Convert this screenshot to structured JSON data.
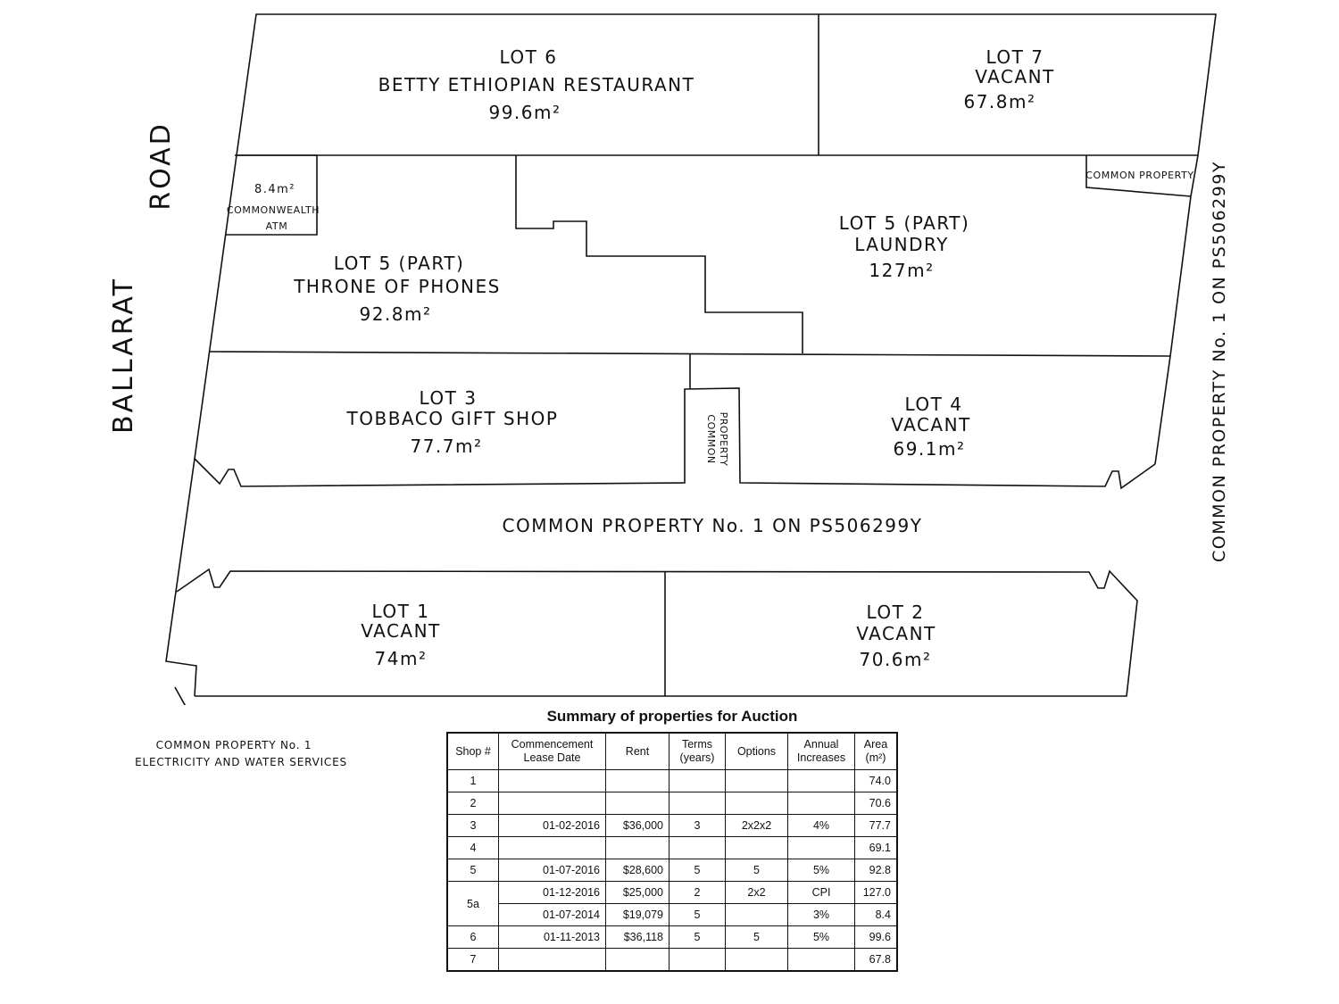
{
  "plan": {
    "road_label_1": "ROAD",
    "road_label_2": "BALLARAT",
    "right_side_label": "COMMON PROPERTY No. 1 ON PS506299Y",
    "corridor_label": "COMMON PROPERTY No. 1 ON PS506299Y",
    "bottom_note_line1": "COMMON PROPERTY No. 1",
    "bottom_note_line2": "ELECTRICITY AND WATER SERVICES",
    "lots": {
      "lot6": {
        "line1": "LOT 6",
        "line2": "BETTY ETHIOPIAN RESTAURANT",
        "area": "99.6m²"
      },
      "lot7": {
        "line1": "LOT 7",
        "line2": "VACANT",
        "area": "67.8m²"
      },
      "atm": {
        "area": "8.4m²",
        "line1": "COMMONWEALTH",
        "line2": "ATM"
      },
      "lot5a": {
        "line1": "LOT 5 (PART)",
        "line2": "THRONE OF PHONES",
        "area": "92.8m²"
      },
      "lot5b": {
        "line1": "LOT 5 (PART)",
        "line2": "LAUNDRY",
        "area": "127m²"
      },
      "common_corner": "COMMON PROPERTY",
      "lot3": {
        "line1": "LOT 3",
        "line2": "TOBBACO GIFT SHOP",
        "area": "77.7m²"
      },
      "lot4": {
        "line1": "LOT 4",
        "line2": "VACANT",
        "area": "69.1m²"
      },
      "common_small": {
        "line1": "COMMON",
        "line2": "PROPERTY"
      },
      "lot1": {
        "line1": "LOT 1",
        "line2": "VACANT",
        "area": "74m²"
      },
      "lot2": {
        "line1": "LOT 2",
        "line2": "VACANT",
        "area": "70.6m²"
      }
    }
  },
  "summary": {
    "title": "Summary of properties for Auction",
    "headers": {
      "shop": "Shop #",
      "date_1": "Commencement",
      "date_2": "Lease Date",
      "rent": "Rent",
      "terms_1": "Terms",
      "terms_2": "(years)",
      "options": "Options",
      "increases_1": "Annual",
      "increases_2": "Increases",
      "area_1": "Area",
      "area_2": "(m²)"
    },
    "rows": [
      {
        "shop": "1",
        "date": "",
        "rent": "",
        "terms": "",
        "options": "",
        "increases": "",
        "area": "74.0"
      },
      {
        "shop": "2",
        "date": "",
        "rent": "",
        "terms": "",
        "options": "",
        "increases": "",
        "area": "70.6"
      },
      {
        "shop": "3",
        "date": "01-02-2016",
        "rent": "$36,000",
        "terms": "3",
        "options": "2x2x2",
        "increases": "4%",
        "area": "77.7"
      },
      {
        "shop": "4",
        "date": "",
        "rent": "",
        "terms": "",
        "options": "",
        "increases": "",
        "area": "69.1"
      },
      {
        "shop": "5",
        "date": "01-07-2016",
        "rent": "$28,600",
        "terms": "5",
        "options": "5",
        "increases": "5%",
        "area": "92.8"
      },
      {
        "shop": "5a",
        "date": "01-12-2016",
        "rent": "$25,000",
        "terms": "2",
        "options": "2x2",
        "increases": "CPI",
        "area": "127.0"
      },
      {
        "shop": "",
        "date": "01-07-2014",
        "rent": "$19,079",
        "terms": "5",
        "options": "",
        "increases": "3%",
        "area": "8.4"
      },
      {
        "shop": "6",
        "date": "01-11-2013",
        "rent": "$36,118",
        "terms": "5",
        "options": "5",
        "increases": "5%",
        "area": "99.6"
      },
      {
        "shop": "7",
        "date": "",
        "rent": "",
        "terms": "",
        "options": "",
        "increases": "",
        "area": "67.8"
      }
    ]
  }
}
